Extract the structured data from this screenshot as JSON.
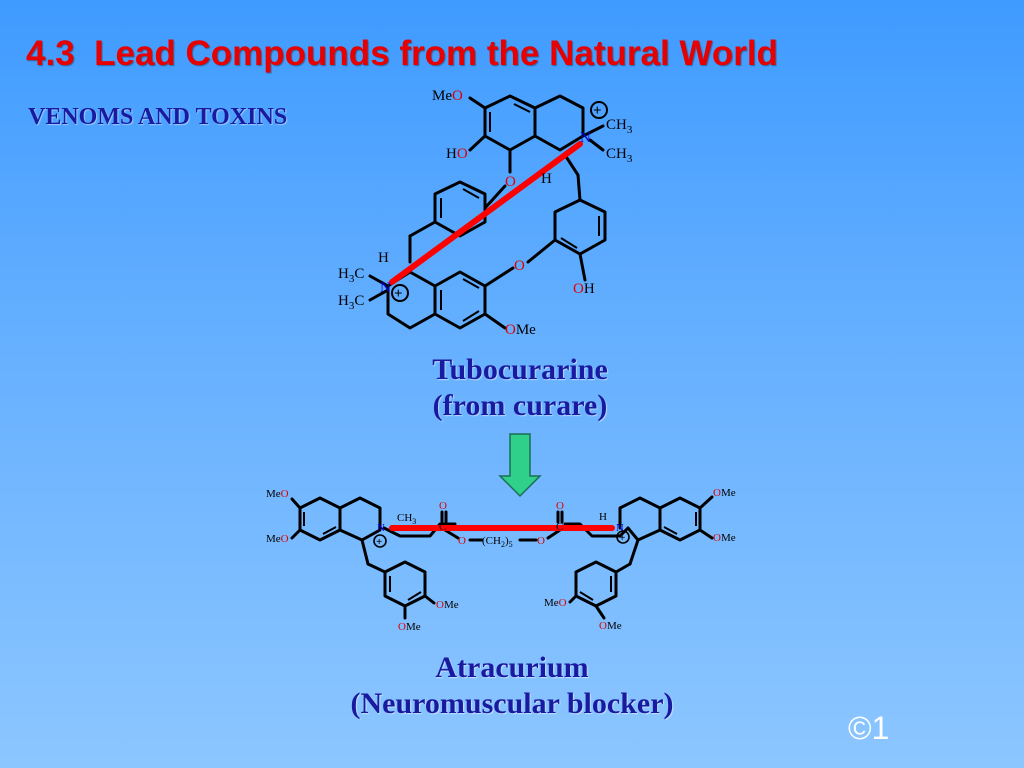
{
  "slide": {
    "title": "4.3  Lead Compounds from the Natural World",
    "subtitle": "VENOMS AND TOXINS",
    "copyright": "©1"
  },
  "tubocurarine": {
    "name": "Tubocurarine",
    "source": "(from curare)",
    "labels": {
      "meo": "Me",
      "meo_o": "O",
      "ho_h": "H",
      "ho_o": "O",
      "n_top": "N",
      "ch3_a": "CH",
      "ch3_b": "CH",
      "sub3": "3",
      "o_bridge_top": "O",
      "h_top": "H",
      "h_left": "H",
      "h3c_a": "H",
      "h3c_b": "H",
      "c": "C",
      "n_left": "N",
      "o_bridge_mid": "O",
      "oh_o": "O",
      "oh_h": "H",
      "ome_o": "O",
      "ome_me": "Me"
    }
  },
  "atracurium": {
    "name": "Atracurium",
    "role": "(Neuromuscular blocker)",
    "labels": {
      "me": "Me",
      "o": "O",
      "n": "N",
      "ch3": "CH",
      "sub3": "3",
      "c": "C",
      "h": "H",
      "ch2": "(CH",
      "ch2_sub": "2",
      "ch2_close": ")",
      "five": "5"
    }
  },
  "colors": {
    "background_top": "#3f9bff",
    "background_bottom": "#8cc6ff",
    "title": "#e80000",
    "caption": "#1a1aa0",
    "highlight_line": "#ff0000",
    "arrow_fill": "#2fd08a"
  }
}
